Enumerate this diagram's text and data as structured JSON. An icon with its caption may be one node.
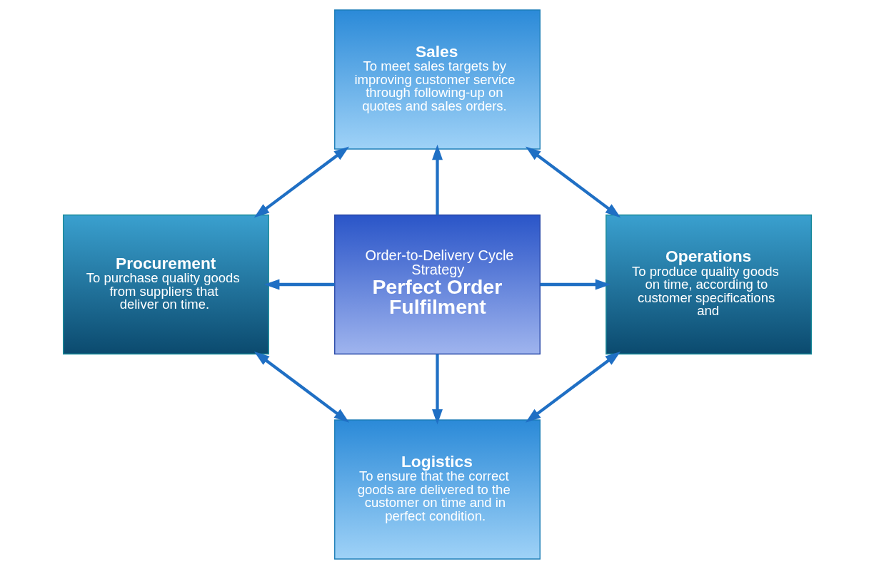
{
  "diagram": {
    "nodes": [
      {
        "text": [
          "Sales",
          "To meet sales targets by improving customer service through following-up on quotes and sales orders."
        ]
      },
      {
        "text": [
          "Procurement",
          "To purchase quality goods from suppliers that deliver on time."
        ]
      },
      {
        "text": [
          "Order-to-Delivery Cycle Strategy",
          "Perfect Order Fulfilment"
        ]
      },
      {
        "text": [
          "Operations",
          "To produce quality goods on time, according to customer specifications and"
        ]
      },
      {
        "text": [
          "Logistics",
          "To ensure that the correct goods are delivered to the customer on time and in perfect condition."
        ]
      }
    ],
    "edges": [
      {
        "from": 2,
        "to": 0,
        "arrow": "to"
      },
      {
        "from": 2,
        "to": 1,
        "arrow": "to"
      },
      {
        "from": 2,
        "to": 3,
        "arrow": "to"
      },
      {
        "from": 2,
        "to": 4,
        "arrow": "to"
      },
      {
        "from": 0,
        "to": 1,
        "arrow": "both"
      },
      {
        "from": 0,
        "to": 3,
        "arrow": "both"
      },
      {
        "from": 1,
        "to": 4,
        "arrow": "both"
      },
      {
        "from": 3,
        "to": 4,
        "arrow": "both"
      }
    ]
  }
}
